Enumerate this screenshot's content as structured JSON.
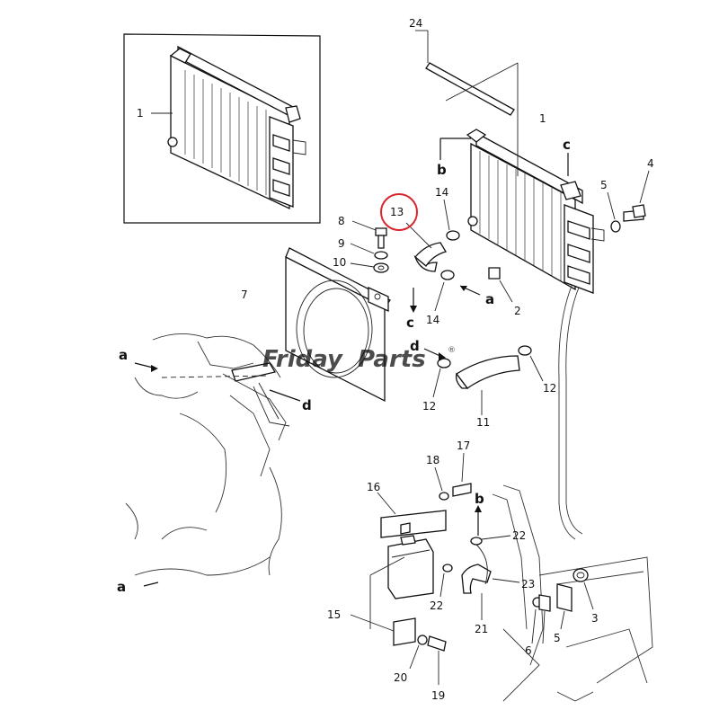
{
  "diagram": {
    "highlighted_callout": "13",
    "highlight_color": "#d9262c",
    "callout_numbers": [
      "24",
      "1",
      "1",
      "8",
      "9",
      "10",
      "13",
      "14",
      "14",
      "5",
      "4",
      "7",
      "2",
      "11",
      "12",
      "12",
      "16",
      "18",
      "17",
      "22",
      "23",
      "22",
      "21",
      "15",
      "20",
      "19",
      "6",
      "5",
      "3"
    ],
    "letter_refs": [
      "a",
      "a",
      "a",
      "b",
      "b",
      "c",
      "c",
      "d",
      "d"
    ]
  },
  "watermark": {
    "text_part1": "Friday",
    "text_part2": "Parts",
    "mark": "®",
    "color_main": "#3a6fb5",
    "color_accent": "#f0a42a"
  }
}
